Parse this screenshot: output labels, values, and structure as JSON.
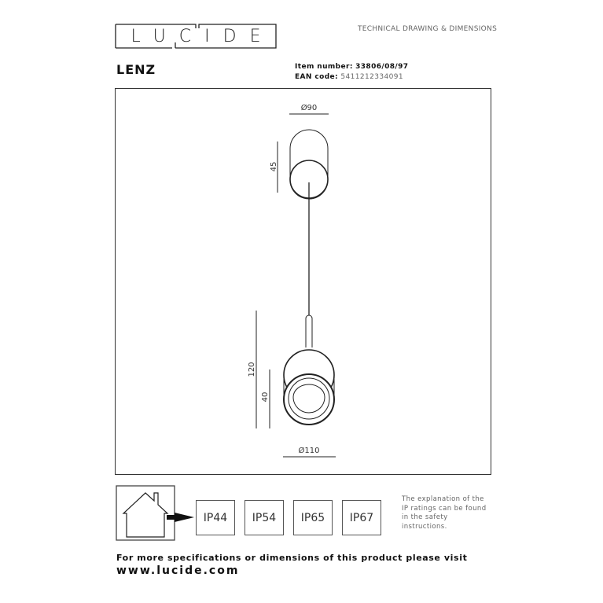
{
  "brand": {
    "logo_text": "LUCIDE"
  },
  "header": {
    "doc_type": "TECHNICAL DRAWING & DIMENSIONS"
  },
  "product": {
    "name": "LENZ",
    "item_label": "Item number:",
    "item_number": "33806/08/97",
    "ean_label": "EAN code:",
    "ean_code": "5411212334091"
  },
  "dimensions": {
    "canopy_diameter": "Ø90",
    "canopy_height": "45",
    "total_height": "120",
    "head_height": "40",
    "head_diameter": "Ø110"
  },
  "ip": {
    "ratings": [
      "IP44",
      "IP54",
      "IP65",
      "IP67"
    ],
    "note_lines": [
      "The explanation of the",
      "IP ratings can be found",
      "in the safety",
      "instructions."
    ]
  },
  "footer": {
    "more_text": "For more specifications or dimensions of this product please visit",
    "url": "www.lucide.com"
  }
}
